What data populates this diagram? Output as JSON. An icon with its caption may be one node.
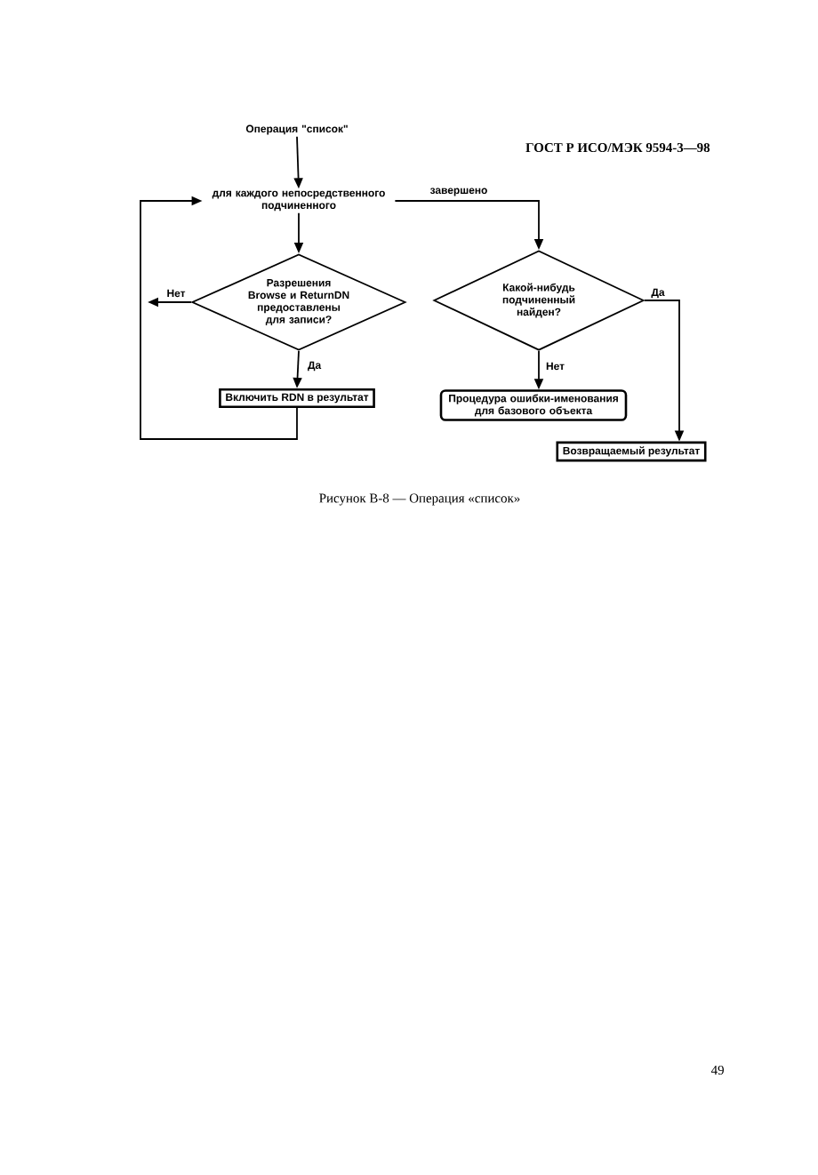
{
  "diagram": {
    "caption": "Рисунок В-8 — Операция «список»",
    "nodes": [
      {
        "text": [
          "Операция \"список\""
        ]
      },
      {
        "text": [
          "для каждого непосредственного подчиненного"
        ]
      },
      {
        "text": [
          "Разрешения Browse и ReturnDN предоставлены для записи?"
        ]
      },
      {
        "text": [
          "Включить RDN в результат"
        ]
      },
      {
        "text": [
          "Какой-нибудь подчиненный найден?"
        ]
      },
      {
        "text": [
          "Процедура ошибки-именования для базового объекта"
        ]
      },
      {
        "text": [
          "Возвращаемый результат"
        ]
      }
    ],
    "edges": [
      {
        "from": 0,
        "to": 1,
        "arrow": "to"
      },
      {
        "from": 1,
        "to": 2,
        "arrow": "to"
      },
      {
        "from": 2,
        "to": null,
        "arrow": "to",
        "label": "Нет"
      },
      {
        "from": 2,
        "to": 3,
        "arrow": "to",
        "label": "Да"
      },
      {
        "from": 3,
        "to": 1,
        "arrow": "to"
      },
      {
        "from": 1,
        "to": 4,
        "arrow": "to",
        "label": "завершено"
      },
      {
        "from": 4,
        "to": 6,
        "arrow": "to",
        "label": "Да"
      },
      {
        "from": 4,
        "to": 5,
        "arrow": "to",
        "label": "Нет"
      }
    ],
    "labels": [
      "ГОСТ Р ИСО/МЭК 9594-3—98",
      "49"
    ]
  }
}
